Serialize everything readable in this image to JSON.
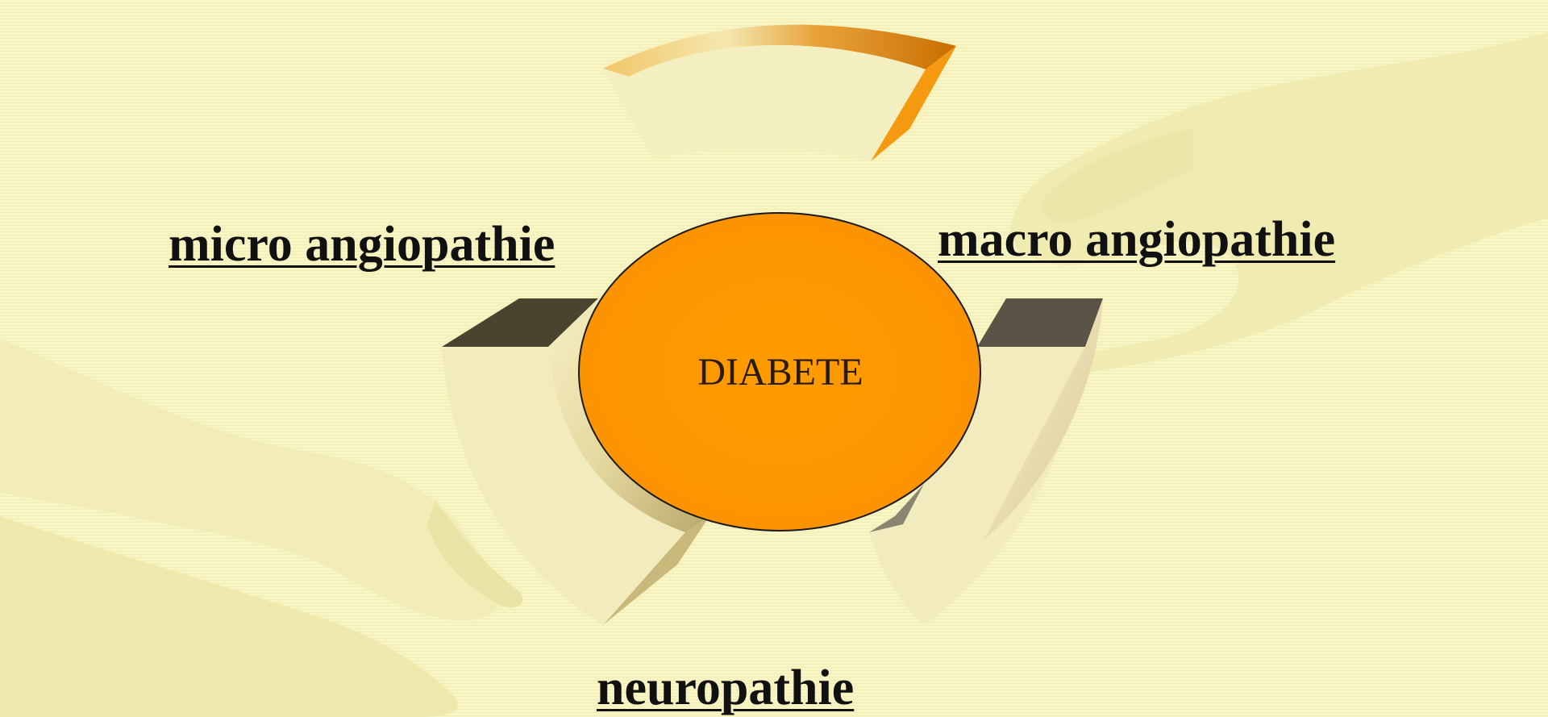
{
  "diagram": {
    "center_label": "DIABETE",
    "labels": {
      "micro": "micro angiopathie",
      "macro": "macro angiopathie",
      "neuro": "neuropathie"
    }
  },
  "colors": {
    "background": "#f8f5c3",
    "center_fill": "#ff9900",
    "center_stroke": "#000000",
    "arrow_orange": "#e58a0a",
    "arrow_shadow": "#4a432e",
    "hands": "#efeab0"
  }
}
